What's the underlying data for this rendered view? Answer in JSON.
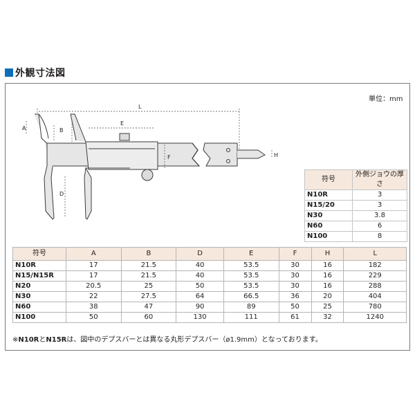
{
  "section_title": "外観寸法図",
  "unit_label": "単位：mm",
  "drawing_labels": {
    "L": "L",
    "A": "A",
    "B": "B",
    "E": "E",
    "F": "F",
    "H": "H",
    "D": "D"
  },
  "jaw_table": {
    "headers": [
      "符号",
      "外側ジョウの厚さ"
    ],
    "rows": [
      [
        "N10R",
        "3"
      ],
      [
        "N15/20",
        "3"
      ],
      [
        "N30",
        "3.8"
      ],
      [
        "N60",
        "6"
      ],
      [
        "N100",
        "8"
      ]
    ]
  },
  "dim_table": {
    "headers": [
      "符号",
      "A",
      "B",
      "D",
      "E",
      "F",
      "H",
      "L"
    ],
    "rows": [
      [
        "N10R",
        "17",
        "21.5",
        "40",
        "53.5",
        "30",
        "16",
        "182"
      ],
      [
        "N15/N15R",
        "17",
        "21.5",
        "40",
        "53.5",
        "30",
        "16",
        "229"
      ],
      [
        "N20",
        "20.5",
        "25",
        "50",
        "53.5",
        "30",
        "16",
        "288"
      ],
      [
        "N30",
        "22",
        "27.5",
        "64",
        "66.5",
        "36",
        "20",
        "404"
      ],
      [
        "N60",
        "38",
        "47",
        "90",
        "89",
        "50",
        "25",
        "780"
      ],
      [
        "N100",
        "50",
        "60",
        "130",
        "111",
        "61",
        "32",
        "1240"
      ]
    ]
  },
  "footnote": {
    "prefix": "※",
    "model1": "N10R",
    "joiner": "と",
    "model2": "N15R",
    "text": "は、図中のデプスバーとは異なる丸形デプスバー（ø1.9mm）となっております。"
  }
}
